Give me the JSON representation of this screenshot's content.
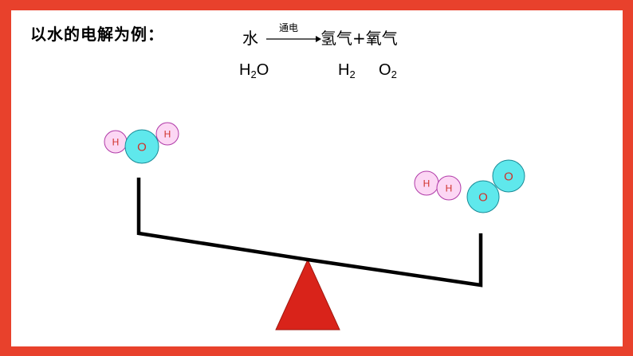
{
  "heading": "以水的电解为例：",
  "equation": {
    "reactant": "水",
    "condition": "通电",
    "products": "氢气+氧气"
  },
  "formulas": {
    "water": {
      "main": "H",
      "sub": "2",
      "tail": "O"
    },
    "hydrogen": {
      "main": "H",
      "sub": "2"
    },
    "oxygen": {
      "main": "O",
      "sub": "2"
    }
  },
  "left_molecule": {
    "atoms": [
      {
        "symbol": "H",
        "element": "hydrogen"
      },
      {
        "symbol": "O",
        "element": "oxygen"
      },
      {
        "symbol": "H",
        "element": "hydrogen"
      }
    ]
  },
  "right_molecules": {
    "hydrogen_atoms": [
      {
        "symbol": "H",
        "element": "hydrogen"
      },
      {
        "symbol": "H",
        "element": "hydrogen"
      }
    ],
    "oxygen_atoms": [
      {
        "symbol": "O",
        "element": "oxygen"
      },
      {
        "symbol": "O",
        "element": "oxygen"
      }
    ]
  },
  "colors": {
    "border": "#e8412c",
    "hydrogen_fill": "#fcd7f4",
    "hydrogen_stroke": "#b03aa8",
    "oxygen_fill": "#5fe8ec",
    "oxygen_stroke": "#1a8b97",
    "atom_label": "#d0322a",
    "fulcrum": "#d9231a",
    "beam": "#000000"
  }
}
